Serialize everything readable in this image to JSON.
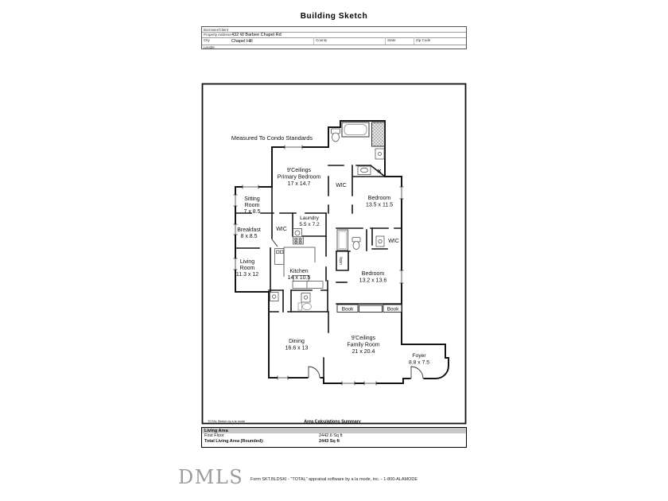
{
  "header": {
    "title": "Building Sketch",
    "borrower_label": "Borrower/Client",
    "property_label": "Property Address",
    "property_value": "432 W Barbee Chapel Rd",
    "city_label": "City",
    "city_value": "Chapel Hill",
    "county_label": "County",
    "state_label": "State",
    "zip_label": "Zip Code",
    "lender_label": "Lender"
  },
  "sketch": {
    "note": "Measured To Condo Standards",
    "rooms": {
      "primary": {
        "lines": [
          "9'Ceilings",
          "Primary Bedroom",
          "17 x 14.7"
        ]
      },
      "sitting": {
        "lines": [
          "Sitting",
          "Room",
          "7 x 8.5"
        ]
      },
      "breakfast": {
        "lines": [
          "Breakfast",
          "8 x 8.5"
        ]
      },
      "wic_left": {
        "lines": [
          "WIC"
        ]
      },
      "laundry": {
        "lines": [
          "Laundry",
          "5.5 x 7.2"
        ]
      },
      "living": {
        "lines": [
          "Living",
          "Room",
          "11.3 x 12"
        ]
      },
      "kitchen": {
        "lines": [
          "Kitchen",
          "14 x 10.5"
        ]
      },
      "bedroom1": {
        "lines": [
          "Bedroom",
          "13.5 x 11.5"
        ]
      },
      "wic_primary": {
        "lines": [
          "WIC"
        ]
      },
      "wic2": {
        "lines": [
          "WIC"
        ]
      },
      "bedroom2": {
        "lines": [
          "Bedroom",
          "13.2 x 13.6"
        ]
      },
      "dining": {
        "lines": [
          "Dining",
          "16.6 x 13"
        ]
      },
      "family": {
        "lines": [
          "9'Ceilings",
          "Family Room",
          "21 x 20.4"
        ]
      },
      "foyer": {
        "lines": [
          "Foyer",
          "8.8 x 7.5"
        ]
      }
    },
    "annotations": {
      "book_left": "Book",
      "book_right": "Book",
      "utility": "Utility"
    }
  },
  "summary": {
    "watermark": "TOTAL Sketch by a la mode",
    "title": "Area Calculations Summary",
    "section": "Living Area",
    "row1_label": "First Floor",
    "row1_value": "2442.6 Sq ft",
    "row2_label": "Total Living Area (Rounded):",
    "row2_value": "2443 Sq ft"
  },
  "footer": {
    "logo": "DMLS",
    "form_text": "Form SKT.BLDSKI - \"TOTAL\" appraisal software by a la mode, inc. - 1-800-ALAMODE"
  },
  "colors": {
    "wall": "#161616",
    "section_bar": "#c8c8c8",
    "shower_fill": "#c4c4c4"
  }
}
